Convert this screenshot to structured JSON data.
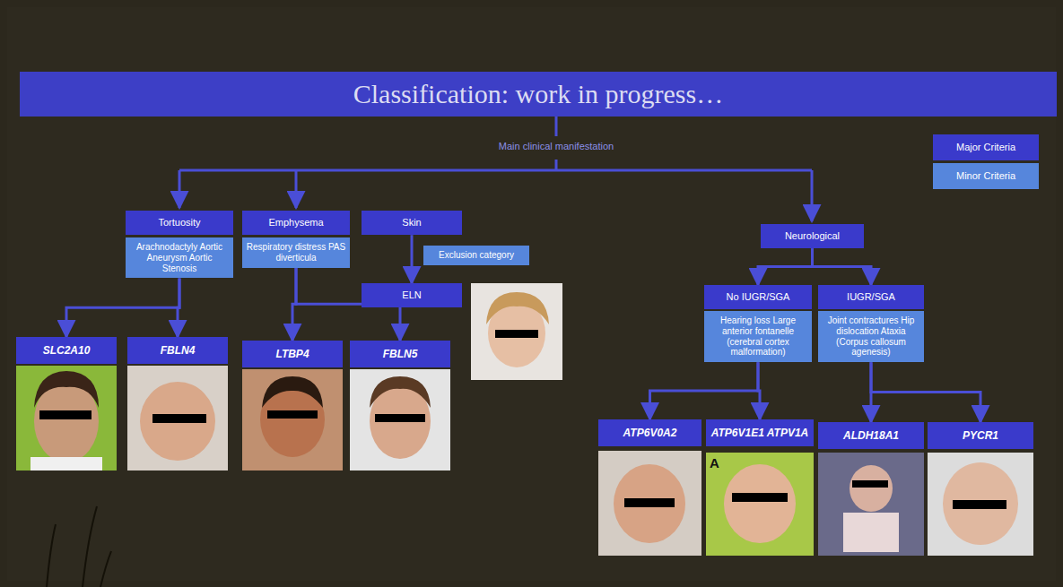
{
  "diagram": {
    "title": "Classification: work in progress…",
    "nodes": [
      {
        "text": [
          "Tortuosity"
        ]
      },
      {
        "text": [
          "Arachnodactyly Aortic Aneurysm Aortic Stenosis"
        ]
      },
      {
        "text": [
          "Emphysema"
        ]
      },
      {
        "text": [
          "Respiratory distress PAS diverticula"
        ]
      },
      {
        "text": [
          "Skin"
        ]
      },
      {
        "text": [
          "Exclusion category"
        ]
      },
      {
        "text": [
          "ELN"
        ]
      },
      {
        "text": [
          "Neurological"
        ]
      },
      {
        "text": [
          "No IUGR/SGA"
        ]
      },
      {
        "text": [
          "Hearing loss Large anterior fontanelle (cerebral cortex malformation)"
        ]
      },
      {
        "text": [
          "IUGR/SGA"
        ]
      },
      {
        "text": [
          "Joint contractures Hip dislocation Ataxia (Corpus callosum agenesis)"
        ]
      },
      {
        "text": [
          "SLC2A10"
        ]
      },
      {
        "text": [
          "FBLN4"
        ]
      },
      {
        "text": [
          "LTBP4"
        ]
      },
      {
        "text": [
          "FBLN5"
        ]
      },
      {
        "text": [
          "ATP6V0A2"
        ]
      },
      {
        "text": [
          "ATP6V1E1 ATPV1A"
        ]
      },
      {
        "text": [
          "ALDH18A1"
        ]
      },
      {
        "text": [
          "PYCR1"
        ]
      }
    ],
    "edges": [
      {
        "from": 1,
        "to": 12,
        "arrow": "to"
      },
      {
        "from": 1,
        "to": 13,
        "arrow": "to"
      },
      {
        "from": 3,
        "to": 14,
        "arrow": "to"
      },
      {
        "from": 3,
        "to": 15,
        "arrow": "to"
      },
      {
        "from": 4,
        "to": 6,
        "arrow": "to"
      },
      {
        "from": 7,
        "to": 8,
        "arrow": "to"
      },
      {
        "from": 7,
        "to": 10,
        "arrow": "to"
      },
      {
        "from": 9,
        "to": 16,
        "arrow": "to"
      },
      {
        "from": 9,
        "to": 17,
        "arrow": "to"
      },
      {
        "from": 11,
        "to": 18,
        "arrow": "to"
      },
      {
        "from": 11,
        "to": 19,
        "arrow": "to"
      }
    ],
    "labels": [
      "Main clinical manifestation",
      "A"
    ],
    "legend": [
      {
        "text": "Major Criteria",
        "color": "#3a3acb"
      },
      {
        "text": "Minor Criteria",
        "color": "#5686dc"
      }
    ]
  }
}
